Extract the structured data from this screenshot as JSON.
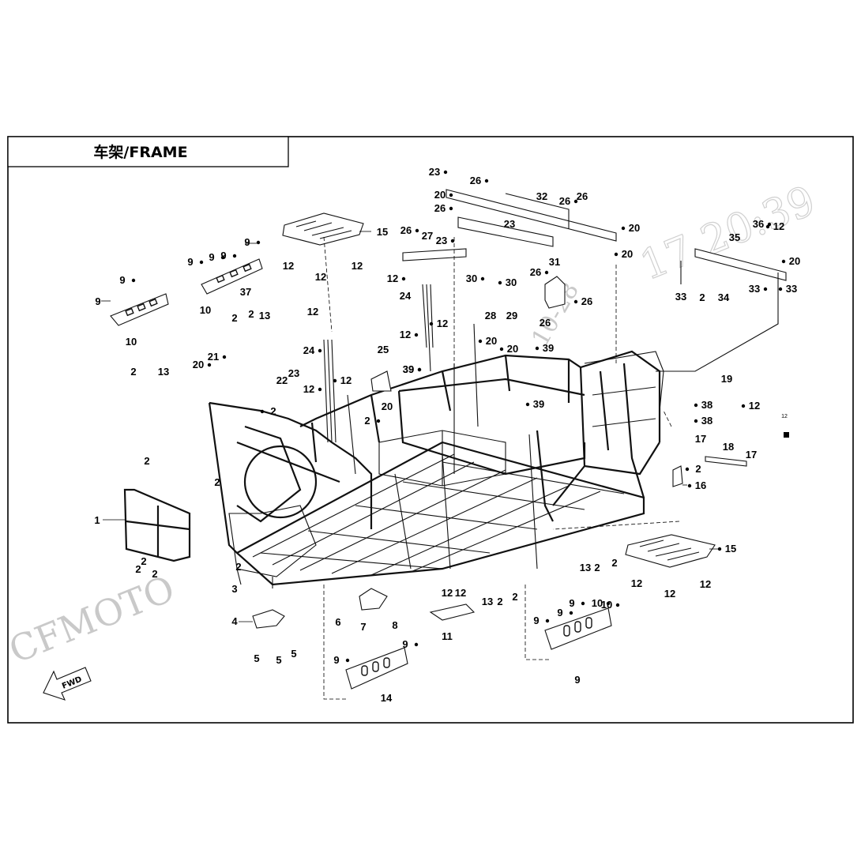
{
  "title": "车架/FRAME",
  "watermark": {
    "brand": "CFMOTO",
    "timestamp": "17 20:39",
    "fragment": "10-28"
  },
  "fwd_label": "FWD",
  "callouts": [
    {
      "label": "23"
    },
    {
      "label": "26"
    },
    {
      "label": "20"
    },
    {
      "label": "26"
    },
    {
      "label": "32"
    },
    {
      "label": "26"
    },
    {
      "label": "26"
    },
    {
      "label": "23"
    },
    {
      "label": "20"
    },
    {
      "label": "15"
    },
    {
      "label": "12"
    },
    {
      "label": "12"
    },
    {
      "label": "12"
    },
    {
      "label": "26"
    },
    {
      "label": "27"
    },
    {
      "label": "23"
    },
    {
      "label": "9"
    },
    {
      "label": "9"
    },
    {
      "label": "9"
    },
    {
      "label": "9"
    },
    {
      "label": "37"
    },
    {
      "label": "10"
    },
    {
      "label": "9"
    },
    {
      "label": "9"
    },
    {
      "label": "10"
    },
    {
      "label": "12"
    },
    {
      "label": "24"
    },
    {
      "label": "12"
    },
    {
      "label": "12"
    },
    {
      "label": "30"
    },
    {
      "label": "30"
    },
    {
      "label": "31"
    },
    {
      "label": "26"
    },
    {
      "label": "26"
    },
    {
      "label": "26"
    },
    {
      "label": "28"
    },
    {
      "label": "29"
    },
    {
      "label": "20"
    },
    {
      "label": "20"
    },
    {
      "label": "39"
    },
    {
      "label": "39"
    },
    {
      "label": "20"
    },
    {
      "label": "36"
    },
    {
      "label": "12"
    },
    {
      "label": "35"
    },
    {
      "label": "20"
    },
    {
      "label": "33"
    },
    {
      "label": "2"
    },
    {
      "label": "34"
    },
    {
      "label": "33"
    },
    {
      "label": "33"
    },
    {
      "label": "2"
    },
    {
      "label": "2"
    },
    {
      "label": "13"
    },
    {
      "label": "12"
    },
    {
      "label": "24"
    },
    {
      "label": "12"
    },
    {
      "label": "12"
    },
    {
      "label": "25"
    },
    {
      "label": "39"
    },
    {
      "label": "2"
    },
    {
      "label": "20"
    },
    {
      "label": "39"
    },
    {
      "label": "20"
    },
    {
      "label": "21"
    },
    {
      "label": "22"
    },
    {
      "label": "23"
    },
    {
      "label": "2"
    },
    {
      "label": "2"
    },
    {
      "label": "13"
    },
    {
      "label": "2"
    },
    {
      "label": "19"
    },
    {
      "label": "38"
    },
    {
      "label": "12"
    },
    {
      "label": "38"
    },
    {
      "label": "12",
      "small": true
    },
    {
      "label": "17"
    },
    {
      "label": "18"
    },
    {
      "label": "2"
    },
    {
      "label": "17"
    },
    {
      "label": "2"
    },
    {
      "label": "16"
    },
    {
      "label": "2"
    },
    {
      "label": "2"
    },
    {
      "label": "1"
    },
    {
      "label": "2"
    },
    {
      "label": "2"
    },
    {
      "label": "3"
    },
    {
      "label": "15"
    },
    {
      "label": "12"
    },
    {
      "label": "12"
    },
    {
      "label": "12"
    },
    {
      "label": "13"
    },
    {
      "label": "2"
    },
    {
      "label": "2"
    },
    {
      "label": "13"
    },
    {
      "label": "2"
    },
    {
      "label": "2"
    },
    {
      "label": "12"
    },
    {
      "label": "12"
    },
    {
      "label": "11"
    },
    {
      "label": "6"
    },
    {
      "label": "7"
    },
    {
      "label": "8"
    },
    {
      "label": "4"
    },
    {
      "label": "5"
    },
    {
      "label": "5"
    },
    {
      "label": "5"
    },
    {
      "label": "9"
    },
    {
      "label": "9"
    },
    {
      "label": "9"
    },
    {
      "label": "9"
    },
    {
      "label": "10"
    },
    {
      "label": "14"
    },
    {
      "label": "9"
    },
    {
      "label": "9"
    },
    {
      "label": "10"
    }
  ]
}
